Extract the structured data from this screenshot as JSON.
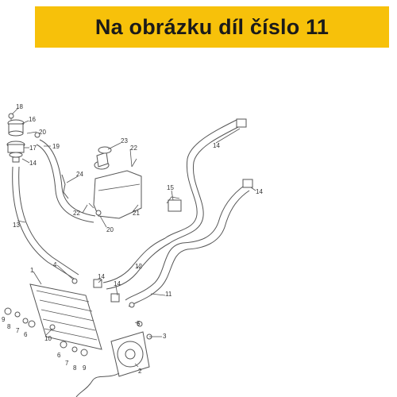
{
  "banner": {
    "text": "Na obrázku díl číslo 11"
  },
  "diagram": {
    "callouts": [
      {
        "id": "c18",
        "text": "18"
      },
      {
        "id": "c16",
        "text": "16"
      },
      {
        "id": "c20a",
        "text": "20"
      },
      {
        "id": "c17",
        "text": "17"
      },
      {
        "id": "c19",
        "text": "19"
      },
      {
        "id": "c14a",
        "text": "14"
      },
      {
        "id": "c13",
        "text": "13"
      },
      {
        "id": "c23",
        "text": "23"
      },
      {
        "id": "c22a",
        "text": "22"
      },
      {
        "id": "c24",
        "text": "24"
      },
      {
        "id": "c22b",
        "text": "22"
      },
      {
        "id": "c21",
        "text": "21"
      },
      {
        "id": "c20b",
        "text": "20"
      },
      {
        "id": "c14b",
        "text": "14"
      },
      {
        "id": "c14c",
        "text": "14"
      },
      {
        "id": "c15",
        "text": "15"
      },
      {
        "id": "c1",
        "text": "1"
      },
      {
        "id": "c4",
        "text": "4"
      },
      {
        "id": "c14d",
        "text": "14"
      },
      {
        "id": "c12",
        "text": "12"
      },
      {
        "id": "c14e",
        "text": "14"
      },
      {
        "id": "c11",
        "text": "11"
      },
      {
        "id": "c9a",
        "text": "9"
      },
      {
        "id": "c8a",
        "text": "8"
      },
      {
        "id": "c7a",
        "text": "7"
      },
      {
        "id": "c6a",
        "text": "6"
      },
      {
        "id": "c10",
        "text": "10"
      },
      {
        "id": "c5",
        "text": "5"
      },
      {
        "id": "c3",
        "text": "3"
      },
      {
        "id": "c6b",
        "text": "6"
      },
      {
        "id": "c7b",
        "text": "7"
      },
      {
        "id": "c8b",
        "text": "8"
      },
      {
        "id": "c9b",
        "text": "9"
      },
      {
        "id": "c2",
        "text": "2"
      }
    ]
  }
}
